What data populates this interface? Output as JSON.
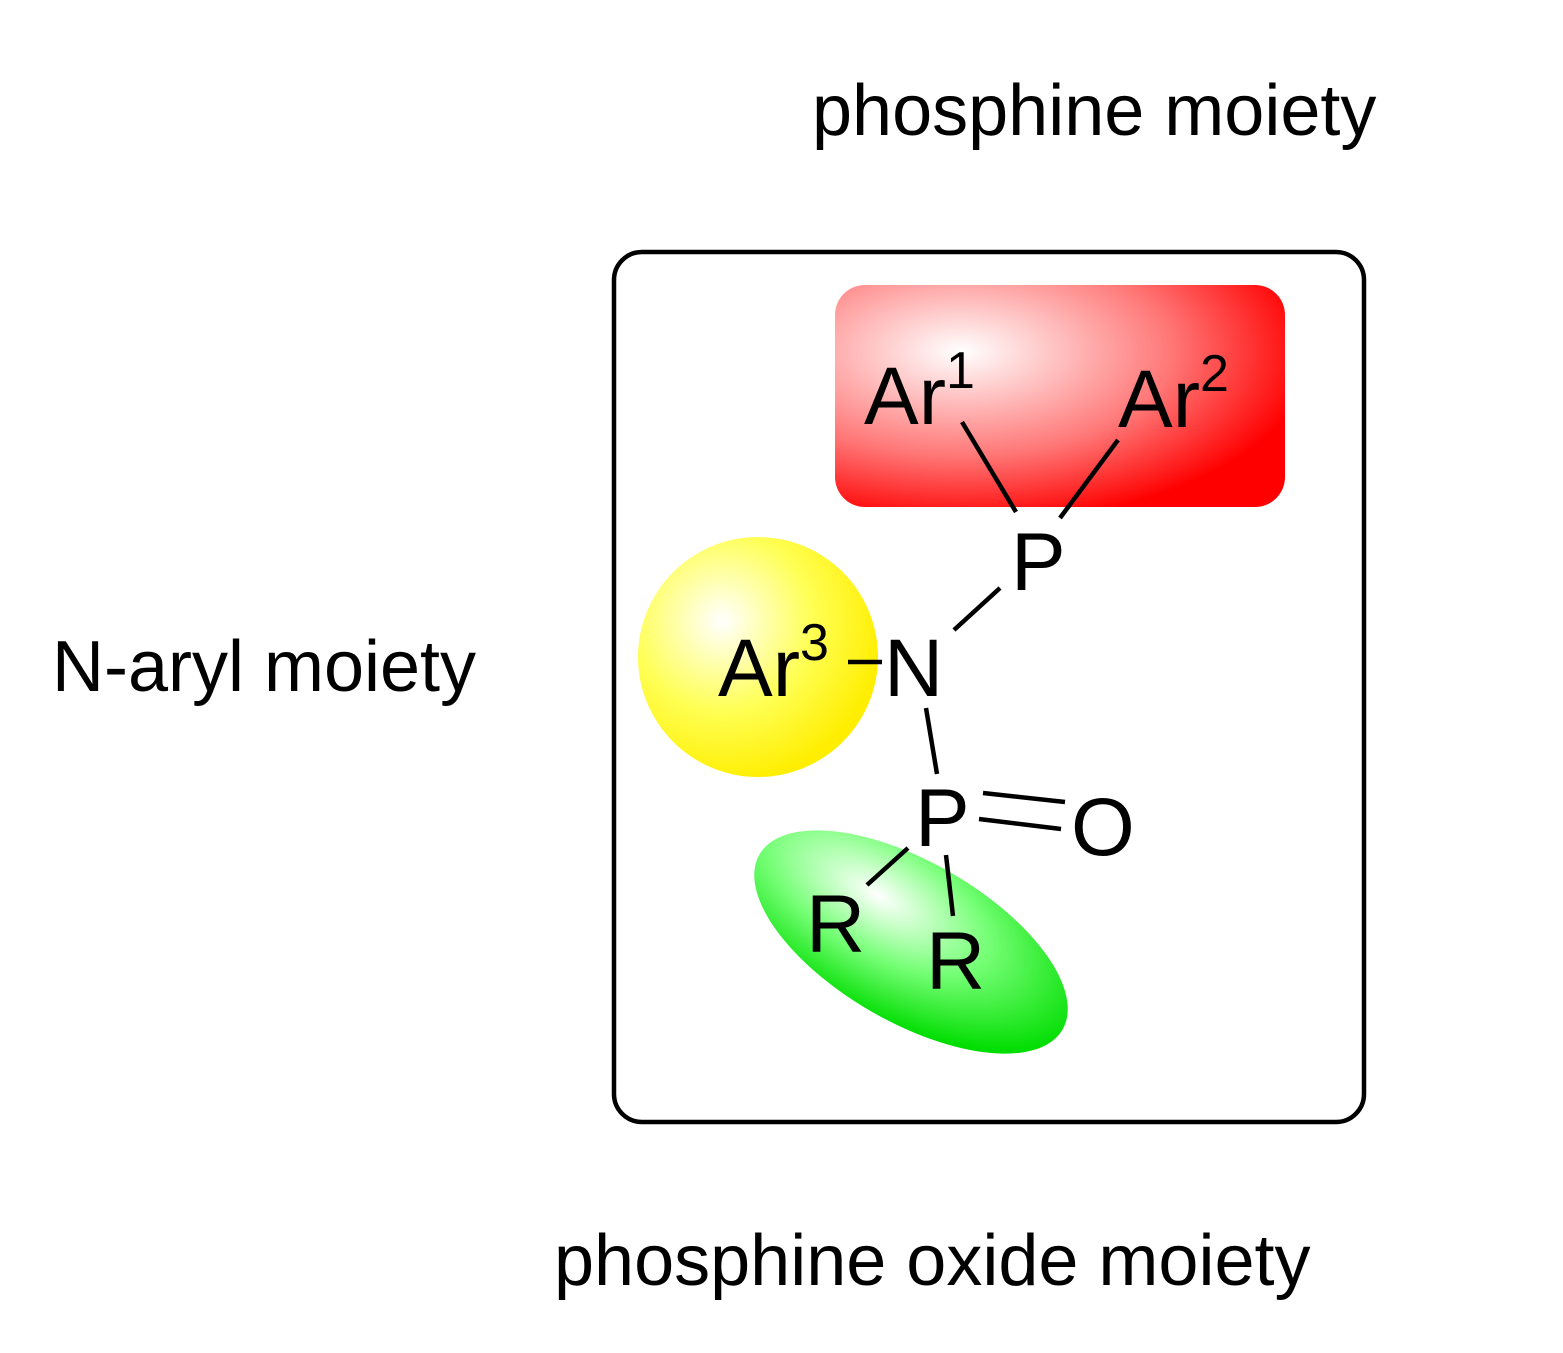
{
  "labels": {
    "phosphine": "phosphine moiety",
    "n_aryl": "N-aryl moiety",
    "phosphine_oxide": "phosphine oxide moiety"
  },
  "atoms": {
    "ar1": {
      "base": "Ar",
      "sup": "1"
    },
    "ar2": {
      "base": "Ar",
      "sup": "2"
    },
    "ar3": {
      "base": "Ar",
      "sup": "3"
    },
    "p_upper": "P",
    "n": "N",
    "p_lower": "P",
    "o": "O",
    "r1": "R",
    "r2": "R"
  },
  "colors": {
    "phosphine_highlight": "#ff0000",
    "n_aryl_highlight": "#ffff00",
    "phosphine_oxide_highlight": "#00e600",
    "frame": "#000000"
  }
}
